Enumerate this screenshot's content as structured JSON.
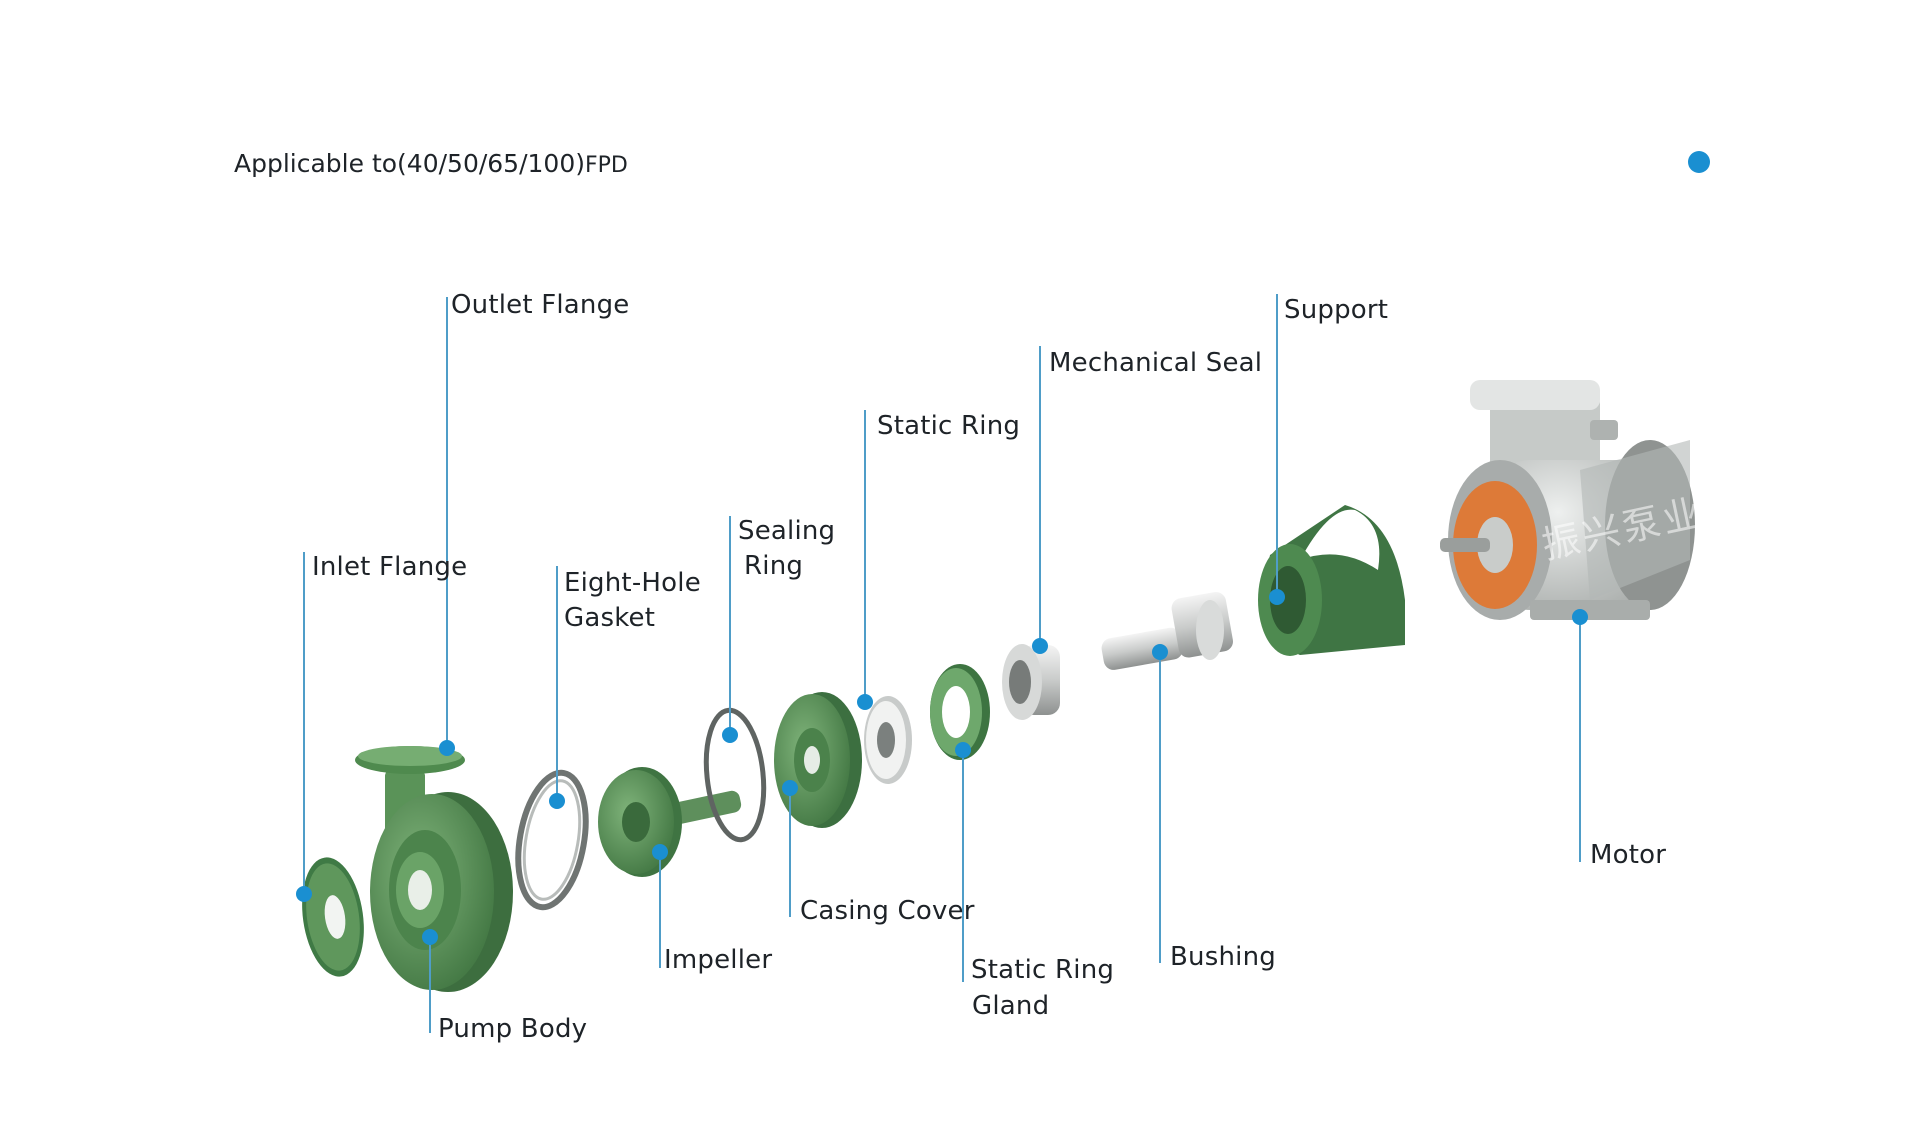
{
  "header": {
    "title_prefix": "Applicable to",
    "title_models": "(40/50/65/100)",
    "title_suffix": "FPD"
  },
  "accent_color": "#1a8fd1",
  "part_color": "#4f8b4e",
  "watermark": "振兴泵业",
  "labels": {
    "outlet_flange": "Outlet Flange",
    "inlet_flange": "Inlet Flange",
    "eight_hole_gasket_1": "Eight-Hole",
    "eight_hole_gasket_2": "Gasket",
    "sealing_ring_1": "Sealing",
    "sealing_ring_2": "Ring",
    "static_ring": "Static Ring",
    "mechanical_seal": "Mechanical Seal",
    "support": "Support",
    "motor": "Motor",
    "pump_body": "Pump Body",
    "impeller": "Impeller",
    "casing_cover": "Casing Cover",
    "static_ring_gland_1": "Static Ring",
    "static_ring_gland_2": "Gland",
    "bushing": "Bushing"
  }
}
